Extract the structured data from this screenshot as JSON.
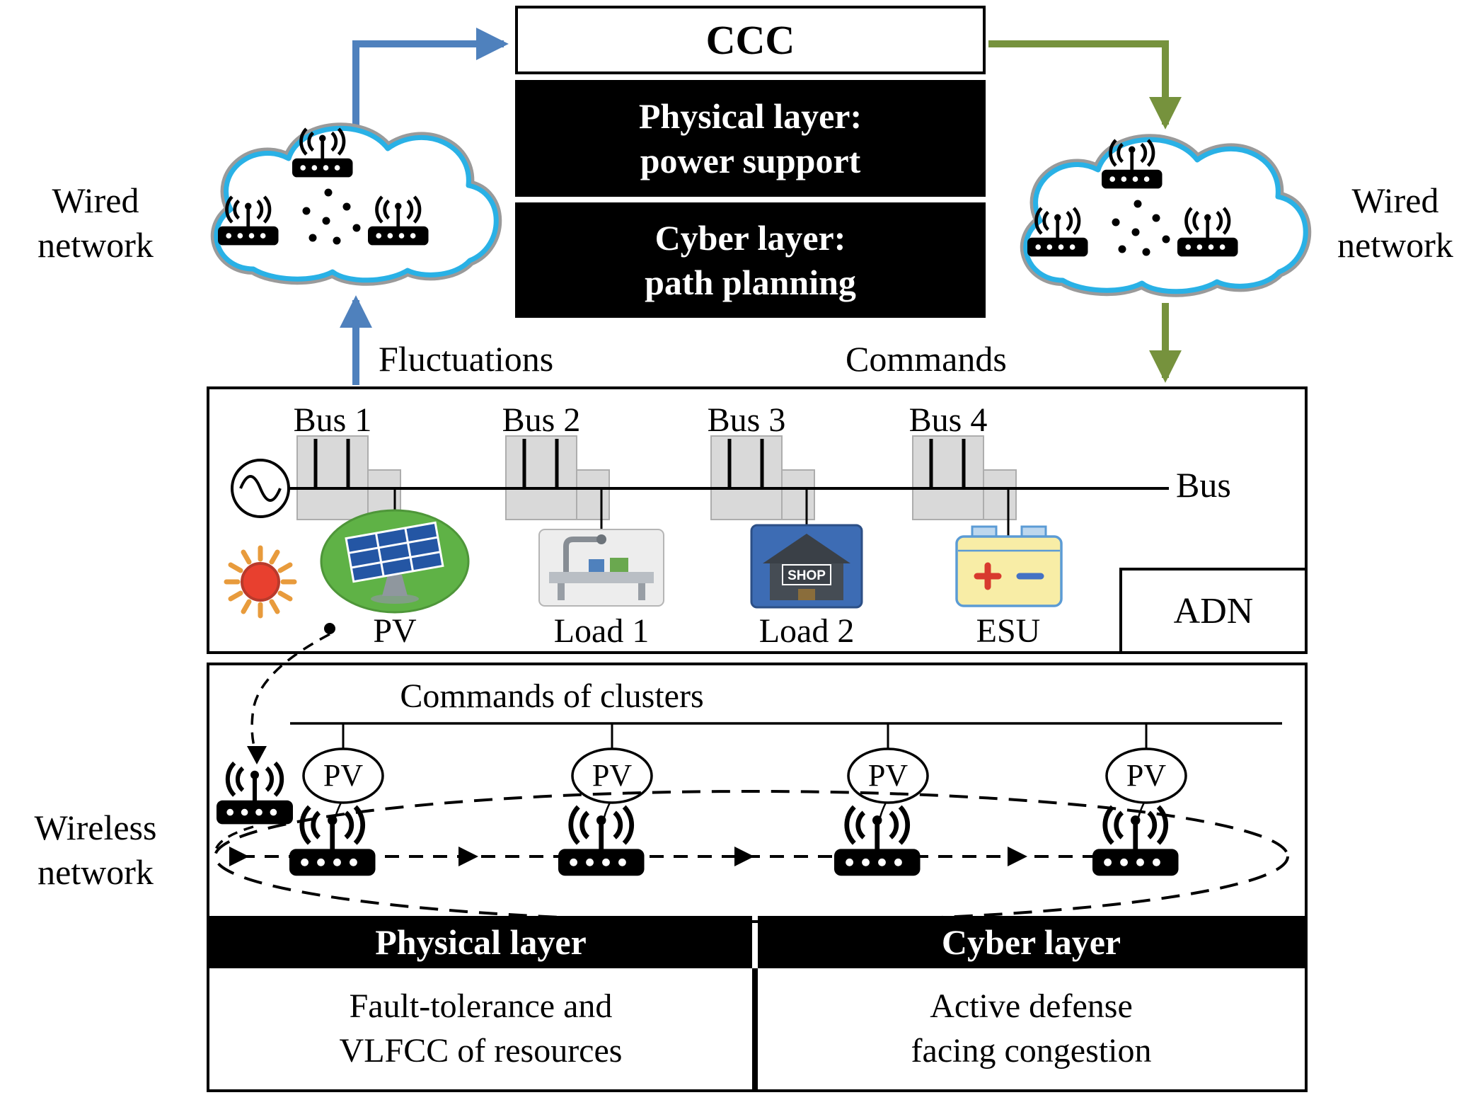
{
  "colors": {
    "arrow_blue": "#4f81bd",
    "arrow_green": "#76923d",
    "cloud_outline": "#29b1e6",
    "layer_box_bg": "#000000"
  },
  "ccc": {
    "label": "CCC"
  },
  "top_layers": {
    "physical": {
      "line1": "Physical layer:",
      "line2": "power support"
    },
    "cyber": {
      "line1": "Cyber layer:",
      "line2": "path planning"
    }
  },
  "wired_left": {
    "line1": "Wired",
    "line2": "network"
  },
  "wired_right": {
    "line1": "Wired",
    "line2": "network"
  },
  "flows": {
    "fluctuations": "Fluctuations",
    "commands": "Commands"
  },
  "adn": {
    "buses": [
      "Bus 1",
      "Bus 2",
      "Bus 3",
      "Bus 4"
    ],
    "bus_line_label": "Bus",
    "devices": [
      "PV",
      "Load 1",
      "Load 2",
      "ESU"
    ],
    "shop_sign": "SHOP",
    "label": "ADN"
  },
  "wireless": {
    "name": {
      "line1": "Wireless",
      "line2": "network"
    },
    "clusters_label": "Commands of clusters",
    "pv_nodes": [
      "PV",
      "PV",
      "PV",
      "PV"
    ],
    "physical": {
      "header": "Physical layer",
      "line1": "Fault-tolerance and",
      "line2": "VLFCC of resources"
    },
    "cyber": {
      "header": "Cyber layer",
      "line1": "Active defense",
      "line2": "facing congestion"
    }
  }
}
